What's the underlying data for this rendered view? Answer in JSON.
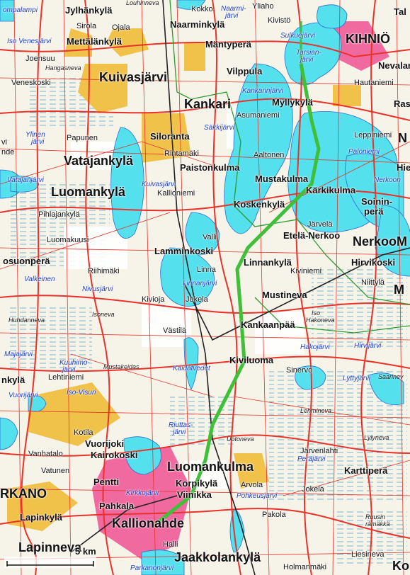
{
  "map": {
    "scale_label": "5 km",
    "colors": {
      "water": "#55e0ee",
      "water_edge": "#2a6fd0",
      "road": "#e8322a",
      "rail": "#222222",
      "route": "#3fbf3a",
      "border": "#2d9a2d",
      "urban": "#f0c24a",
      "city": "#f06aa0",
      "marsh": "#7fb6c8",
      "field": "#ffffff"
    },
    "places": [
      {
        "name": "Jylhänkylä"
      },
      {
        "name": "Kokko"
      },
      {
        "name": "Naarminkylä"
      },
      {
        "name": "Kivistö"
      },
      {
        "name": "KIHNIÖ"
      },
      {
        "name": "Sirola"
      },
      {
        "name": "Ojala"
      },
      {
        "name": "Mettälänkylä"
      },
      {
        "name": "Mäntyperä"
      },
      {
        "name": "Joensuu"
      },
      {
        "name": "Kuivasjärvi"
      },
      {
        "name": "Vilppula"
      },
      {
        "name": "Nevalan"
      },
      {
        "name": "Hautaniemi"
      },
      {
        "name": "Veneskoski"
      },
      {
        "name": "Kankari"
      },
      {
        "name": "Myllykylä"
      },
      {
        "name": "Ras"
      },
      {
        "name": "Asumaniemi"
      },
      {
        "name": "Papunen"
      },
      {
        "name": "Siloranta"
      },
      {
        "name": "Leppiniemi"
      },
      {
        "name": "Vatajankylä"
      },
      {
        "name": "Rintamäki"
      },
      {
        "name": "Aaltonen"
      },
      {
        "name": "Paistonkulma"
      },
      {
        "name": "Hie"
      },
      {
        "name": "Mustakulma"
      },
      {
        "name": "Kärkikulma"
      },
      {
        "name": "Luomankylä"
      },
      {
        "name": "Kallioniemi"
      },
      {
        "name": "Koskenkylä"
      },
      {
        "name": "Soinin-"
      },
      {
        "name": "perä"
      },
      {
        "name": "Pihlajankylä"
      },
      {
        "name": "Järvelä"
      },
      {
        "name": "Valli"
      },
      {
        "name": "Etelä-Nerkoo"
      },
      {
        "name": "Luomakuusi"
      },
      {
        "name": "Nerkoo"
      },
      {
        "name": "M"
      },
      {
        "name": "Lamminkoski"
      },
      {
        "name": "osuonperä"
      },
      {
        "name": "Linnankylä"
      },
      {
        "name": "Hirvikoski"
      },
      {
        "name": "Kiviniemi"
      },
      {
        "name": "Riihimäki"
      },
      {
        "name": "Linna"
      },
      {
        "name": "Niittylä"
      },
      {
        "name": "Mustineva"
      },
      {
        "name": "Kivioja"
      },
      {
        "name": "Jokela"
      },
      {
        "name": "Kankaanpää"
      },
      {
        "name": "Västilä"
      },
      {
        "name": "Kiviluoma"
      },
      {
        "name": "Sinervo"
      },
      {
        "name": "nkylä"
      },
      {
        "name": "Lehtiniemi"
      },
      {
        "name": "Kotila"
      },
      {
        "name": "Vuorijoki"
      },
      {
        "name": "Vanhatalo"
      },
      {
        "name": "Kairokoski"
      },
      {
        "name": "Järvenlahti"
      },
      {
        "name": "Vatunen"
      },
      {
        "name": "Luomankulma"
      },
      {
        "name": "Pentti"
      },
      {
        "name": "Karttiperä"
      },
      {
        "name": "RKANO"
      },
      {
        "name": "Korpikylä"
      },
      {
        "name": "Viinikka"
      },
      {
        "name": "Arvola"
      },
      {
        "name": "Pahkala"
      },
      {
        "name": "Jokela"
      },
      {
        "name": "Lapinkylä"
      },
      {
        "name": "Pakola"
      },
      {
        "name": "Kallionahde"
      },
      {
        "name": "Halli"
      },
      {
        "name": "Lapinneva"
      },
      {
        "name": "Jaakkolankylä"
      },
      {
        "name": "Liesineva"
      },
      {
        "name": "Holmanmäki"
      },
      {
        "name": "Ko"
      },
      {
        "name": "Tal"
      },
      {
        "name": "Yliaho"
      },
      {
        "name": "M"
      },
      {
        "name": "N"
      },
      {
        "name": "vi"
      },
      {
        "name": "nde"
      }
    ],
    "lakes": [
      {
        "name": "ompalampi"
      },
      {
        "name": "Louhinneva"
      },
      {
        "name": "Naarmi-"
      },
      {
        "name": "järvi"
      },
      {
        "name": "Sulkuejärvi"
      },
      {
        "name": "Iso Venesjärvi"
      },
      {
        "name": "Tarsian-"
      },
      {
        "name": "järvi"
      },
      {
        "name": "Hangasneva"
      },
      {
        "name": "Kankarinjärvi"
      },
      {
        "name": "Säkkijärvi"
      },
      {
        "name": "Ylinen"
      },
      {
        "name": "järvi"
      },
      {
        "name": "Paloniemi"
      },
      {
        "name": "Nerkoon"
      },
      {
        "name": "Vatajanjärvi"
      },
      {
        "name": "Kuivasjärvi"
      },
      {
        "name": "Valkeinen"
      },
      {
        "name": "Nivusjärvi"
      },
      {
        "name": "Linnanjärvi"
      },
      {
        "name": "Isoneva"
      },
      {
        "name": "Huhdanneva"
      },
      {
        "name": "Iso"
      },
      {
        "name": "Hakoneva"
      },
      {
        "name": "Hakojärvi"
      },
      {
        "name": "Hirvijärvi"
      },
      {
        "name": "Majajärvi"
      },
      {
        "name": "Mustakeidas"
      },
      {
        "name": "Kaidatvedet"
      },
      {
        "name": "Kuuhimo-"
      },
      {
        "name": "järvi"
      },
      {
        "name": "Lyttyjärvi"
      },
      {
        "name": "Saarinev"
      },
      {
        "name": "Iso-Visuri"
      },
      {
        "name": "Vuorijärvi"
      },
      {
        "name": "Lehmineva"
      },
      {
        "name": "Riuttas-"
      },
      {
        "name": "järvi"
      },
      {
        "name": "Lylyneva"
      },
      {
        "name": "Uotoneva"
      },
      {
        "name": "Peräjärvi"
      },
      {
        "name": "Kirkkojärvi"
      },
      {
        "name": "Pohkeusjärvi"
      },
      {
        "name": "Ruusin"
      },
      {
        "name": "rämäkkä"
      },
      {
        "name": "Parkanonjärvi"
      }
    ]
  }
}
